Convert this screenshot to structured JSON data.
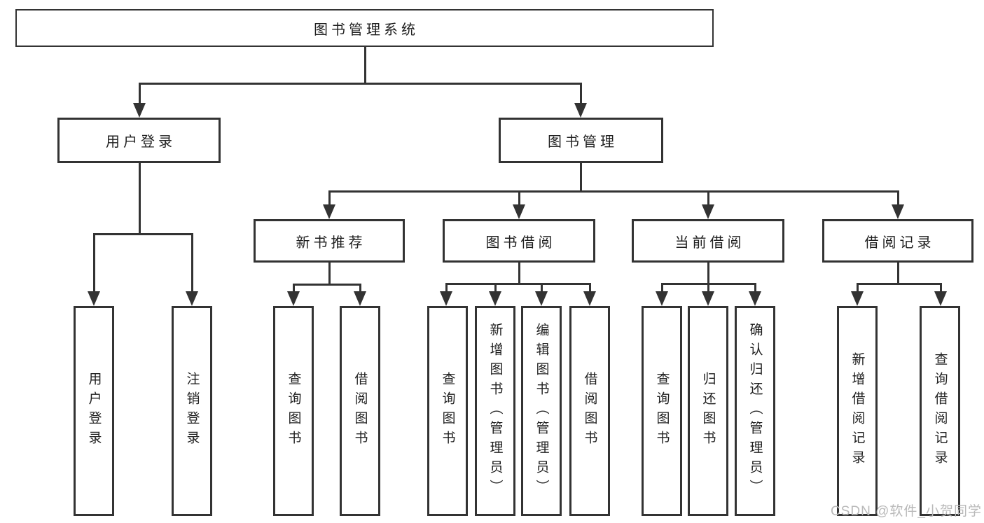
{
  "tree": {
    "root": "图书管理系统",
    "branches": [
      {
        "label": "用户登录",
        "children": [
          {
            "label": "用户登录"
          },
          {
            "label": "注销登录"
          }
        ]
      },
      {
        "label": "图书管理",
        "sections": [
          {
            "label": "新书推荐",
            "children": [
              {
                "label": "查询图书"
              },
              {
                "label": "借阅图书"
              }
            ]
          },
          {
            "label": "图书借阅",
            "children": [
              {
                "label": "查询图书"
              },
              {
                "label": "新增图书（管理员）"
              },
              {
                "label": "编辑图书（管理员）"
              },
              {
                "label": "借阅图书"
              }
            ]
          },
          {
            "label": "当前借阅",
            "children": [
              {
                "label": "查询图书"
              },
              {
                "label": "归还图书"
              },
              {
                "label": "确认归还（管理员）"
              }
            ]
          },
          {
            "label": "借阅记录",
            "children": [
              {
                "label": "新增借阅记录"
              },
              {
                "label": "查询借阅记录"
              }
            ]
          }
        ]
      }
    ]
  },
  "watermark": {
    "text": "CSDN @软件_小贺同学"
  },
  "colors": {
    "line": "#333333",
    "box_border": "#333333",
    "text": "#1f1f1f",
    "watermark": "#b9b9b9",
    "background": "#ffffff"
  }
}
